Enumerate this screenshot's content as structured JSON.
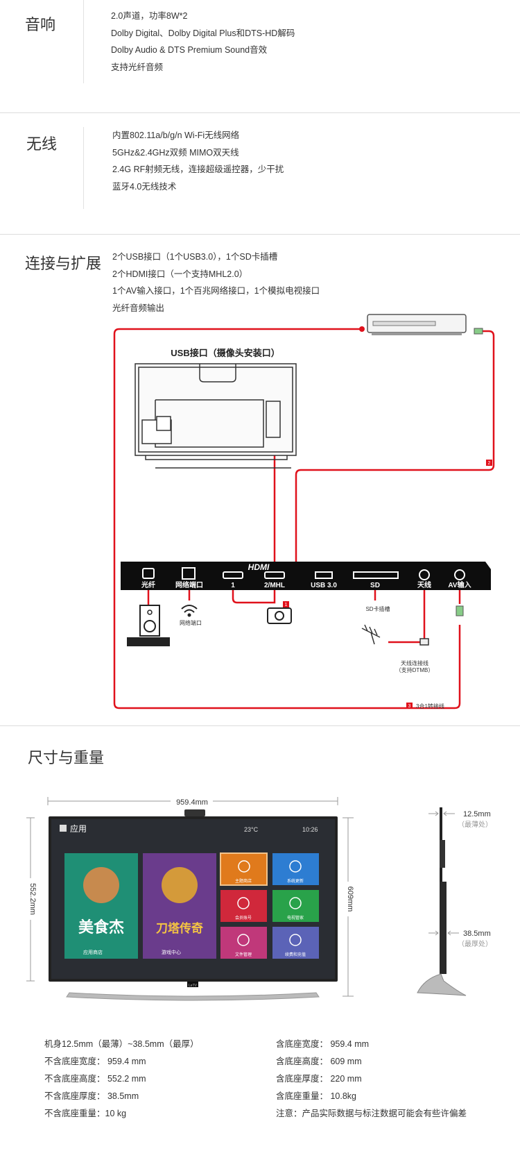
{
  "audio": {
    "title": "音响",
    "lines": [
      "2.0声道，功率8W*2",
      "Dolby Digital、Dolby Digital Plus和DTS-HD解码",
      "Dolby Audio & DTS Premium Sound音效",
      "支持光纤音频"
    ]
  },
  "wireless": {
    "title": "无线",
    "lines": [
      "内置802.11a/b/g/n Wi-Fi无线网络",
      "5GHz&2.4GHz双频 MIMO双天线",
      "2.4G RF射频无线，连接超级遥控器，少干扰",
      "蓝牙4.0无线技术"
    ]
  },
  "connect": {
    "title": "连接与扩展",
    "lines": [
      "2个USB接口（1个USB3.0），1个SD卡插槽",
      "2个HDMI接口（一个支持MHL2.0）",
      "1个AV输入接口，1个百兆网络接口，1个模拟电视接口",
      "光纤音频输出"
    ],
    "diagram": {
      "usb_camera_label": "USB接口（摄像头安装口）",
      "hdmi_logo": "HDMI",
      "ports": [
        "光纤",
        "网络端口",
        "1",
        "2/MHL",
        "USB 3.0",
        "SD",
        "天线",
        "AV输入"
      ],
      "net_label": "网络端口",
      "sd_label": "SD卡插槽",
      "antenna_label_1": "天线连接线",
      "antenna_label_2": "（支持DTMB）",
      "marker_1": "1",
      "marker_2": "2",
      "marker_3": "3",
      "cable_label": "3合1转接线",
      "brand": "LeTV"
    }
  },
  "size": {
    "title": "尺寸与重量",
    "width_dim": "959.4mm",
    "height_dim": "552.2mm",
    "stand_height_dim": "609mm",
    "thin_dim": "12.5mm",
    "thin_note": "（最薄处）",
    "thick_dim": "38.5mm",
    "thick_note": "（最厚处）",
    "screen": {
      "app_title": "应用",
      "temp": "23°C",
      "time": "10:26",
      "tile1_text": "美食杰",
      "tile1_label": "应用商店",
      "tile2_text": "刀塔传奇",
      "tile2_label": "游戏中心",
      "icons": [
        "主题商店",
        "系统更新",
        "会员账号",
        "电视管家",
        "文件管理",
        "续费和充值"
      ]
    },
    "left_specs": [
      "机身12.5mm（最薄）~38.5mm（最厚）",
      "不含底座宽度： 959.4 mm",
      "不含底座高度： 552.2 mm",
      "不含底座厚度： 38.5mm",
      "不含底座重量：10 kg"
    ],
    "right_specs": [
      "含底座宽度： 959.4 mm",
      "含底座高度： 609 mm",
      "含底座厚度： 220 mm",
      "含底座重量： 10.8kg",
      "注意：产品实际数据与标注数据可能会有些许偏差"
    ]
  }
}
